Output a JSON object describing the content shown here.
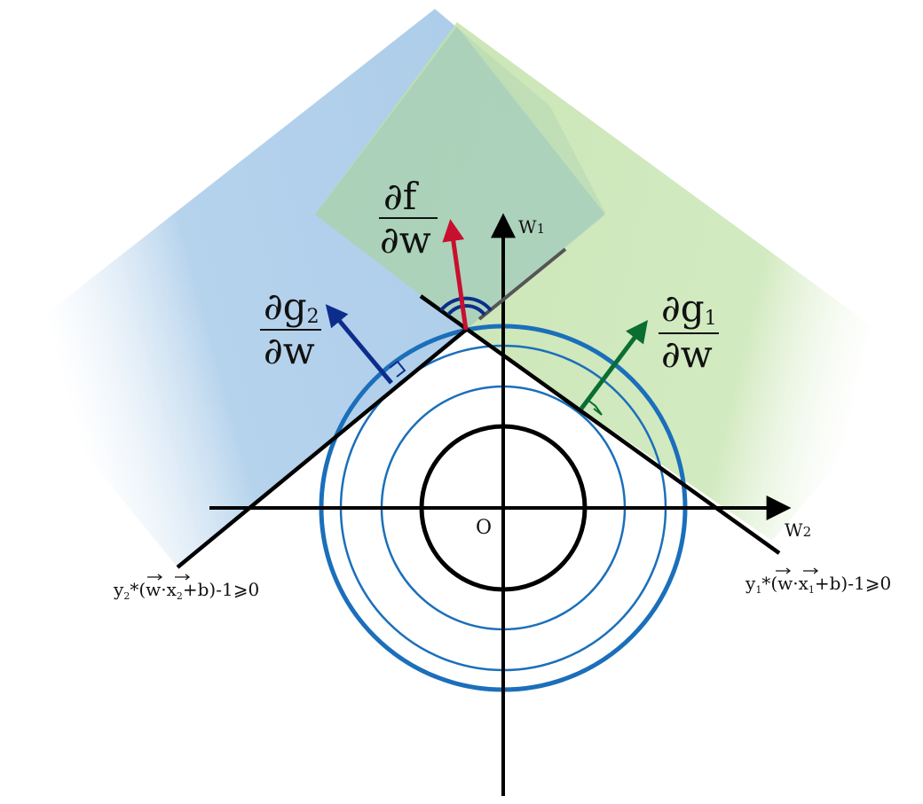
{
  "axes": {
    "vertical_label": "W",
    "vertical_sub": "1",
    "horizontal_label": "W",
    "horizontal_sub": "2",
    "origin_label": "O"
  },
  "gradients": {
    "f": {
      "numerator": "∂f",
      "denominator": "∂w",
      "color": "#c8102e"
    },
    "g1": {
      "numerator_main": "∂g",
      "numerator_sub": "1",
      "denominator": "∂w",
      "color": "#0a6e32"
    },
    "g2": {
      "numerator_main": "∂g",
      "numerator_sub": "2",
      "denominator": "∂w",
      "color": "#0d2d8c"
    }
  },
  "constraints": {
    "left": {
      "prefix": "y",
      "sub": "2",
      "body": "*(w·x",
      "sub2": "2",
      "tail": "+b)-1⩾0"
    },
    "right": {
      "prefix": "y",
      "sub": "1",
      "body": "*(w·x",
      "sub2": "1",
      "tail": "+b)-1⩾0"
    }
  },
  "colors": {
    "blue_region": "#a9cbe9",
    "green_region": "#bfe0a6",
    "contour": "#1b6fba",
    "axis": "#000000"
  }
}
